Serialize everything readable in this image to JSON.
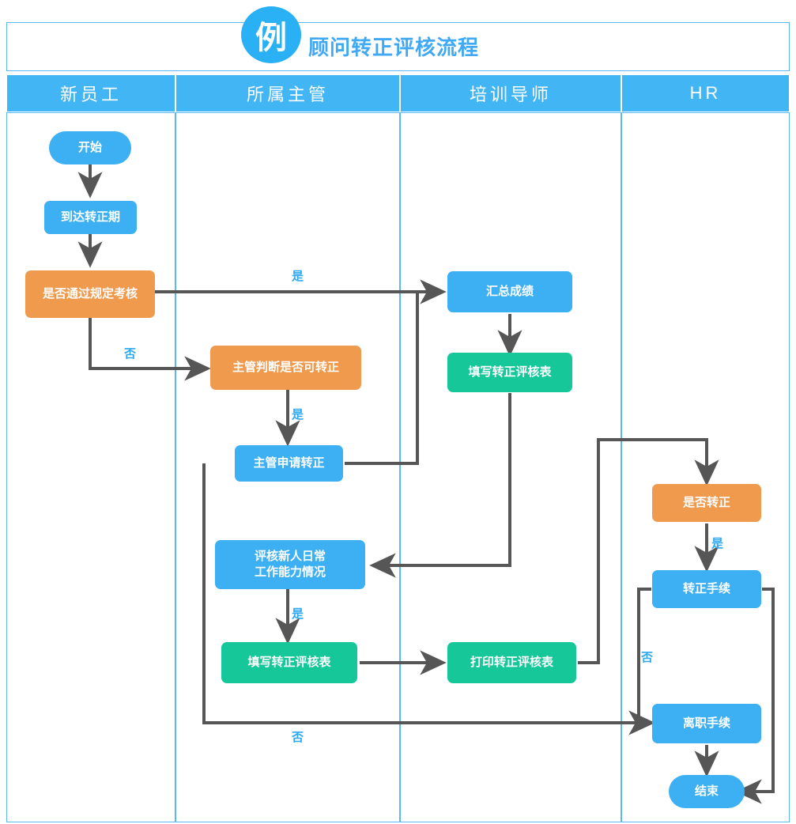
{
  "header": {
    "badge": "例",
    "title": "顾问转正评核流程"
  },
  "lanes": [
    {
      "id": "lane-new-employee",
      "label": "新员工"
    },
    {
      "id": "lane-supervisor",
      "label": "所属主管"
    },
    {
      "id": "lane-trainer",
      "label": "培训导师"
    },
    {
      "id": "lane-hr",
      "label": "HR"
    }
  ],
  "nodes": [
    {
      "id": "start",
      "label": "开始",
      "lane": 0,
      "shape": "pill",
      "color": "#3cb0f3"
    },
    {
      "id": "reach-period",
      "label": "到达转正期",
      "lane": 0,
      "shape": "rect",
      "color": "#3cb0f3"
    },
    {
      "id": "pass-exam",
      "label": "是否通过规定考核",
      "lane": 0,
      "shape": "rect",
      "color": "#ef9a4d"
    },
    {
      "id": "sup-judge",
      "label": "主管判断是否可转正",
      "lane": 1,
      "shape": "rect",
      "color": "#ef9a4d"
    },
    {
      "id": "sup-apply",
      "label": "主管申请转正",
      "lane": 1,
      "shape": "rect",
      "color": "#3cb0f3"
    },
    {
      "id": "review-daily",
      "label": "评核新人日常\n工作能力情况",
      "lane": 1,
      "shape": "rect",
      "color": "#3cb0f3"
    },
    {
      "id": "sup-fill-form",
      "label": "填写转正评核表",
      "lane": 1,
      "shape": "rect",
      "color": "#16c79a"
    },
    {
      "id": "summarize-score",
      "label": "汇总成绩",
      "lane": 2,
      "shape": "rect",
      "color": "#3cb0f3"
    },
    {
      "id": "trainer-fill-form",
      "label": "填写转正评核表",
      "lane": 2,
      "shape": "rect",
      "color": "#16c79a"
    },
    {
      "id": "print-form",
      "label": "打印转正评核表",
      "lane": 2,
      "shape": "rect",
      "color": "#16c79a"
    },
    {
      "id": "confirm-regular",
      "label": "是否转正",
      "lane": 3,
      "shape": "rect",
      "color": "#ef9a4d"
    },
    {
      "id": "regular-procedure",
      "label": "转正手续",
      "lane": 3,
      "shape": "rect",
      "color": "#3cb0f3"
    },
    {
      "id": "leave-procedure",
      "label": "离职手续",
      "lane": 3,
      "shape": "rect",
      "color": "#3cb0f3"
    },
    {
      "id": "end",
      "label": "结束",
      "lane": 3,
      "shape": "pill",
      "color": "#3cb0f3"
    }
  ],
  "edge_labels": [
    {
      "id": "yes-pass-exam",
      "text": "是"
    },
    {
      "id": "no-pass-exam",
      "text": "否"
    },
    {
      "id": "yes-sup-judge",
      "text": "是"
    },
    {
      "id": "yes-review-daily",
      "text": "是"
    },
    {
      "id": "yes-confirm-regular",
      "text": "是"
    },
    {
      "id": "no-regular-procedure",
      "text": "否"
    },
    {
      "id": "no-bottom-return",
      "text": "否"
    }
  ],
  "colors": {
    "lane_header": "#42b5f4",
    "lane_border": "#5bb8f0",
    "blue_node": "#3cb0f3",
    "orange_node": "#ef9a4d",
    "green_node": "#16c79a",
    "connector": "#565656",
    "label_text": "#2fa8f0",
    "title_text": "#3fa9f5"
  }
}
